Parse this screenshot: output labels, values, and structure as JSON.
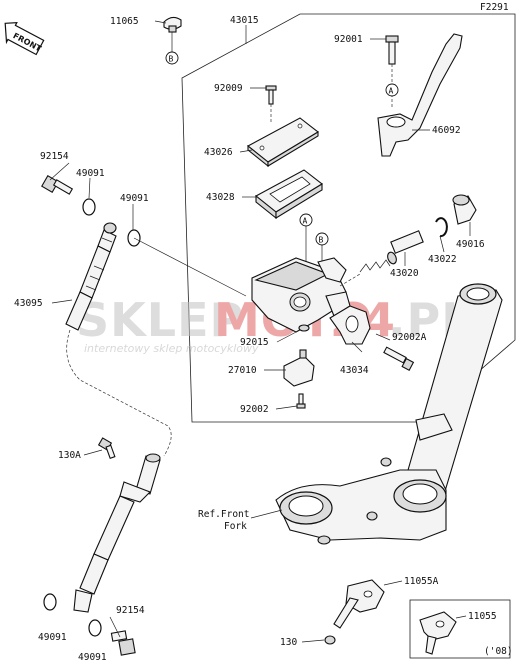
{
  "diagram_code": "F2291",
  "front_label": "FRONT",
  "callout_a": "A",
  "callout_b": "B",
  "variant_note": "('08)",
  "watermark": {
    "brand_part1": "SKLEP",
    "brand_part2": "MOTO",
    "brand_part3": "24",
    "brand_part4": ".PL",
    "tagline": "internetowy sklep motocyklowy"
  },
  "parts": [
    {
      "id": "p11065_top",
      "number": "11065"
    },
    {
      "id": "p43015",
      "number": "43015"
    },
    {
      "id": "p92001",
      "number": "92001"
    },
    {
      "id": "p92009",
      "number": "92009"
    },
    {
      "id": "p46092",
      "number": "46092"
    },
    {
      "id": "p43026",
      "number": "43026"
    },
    {
      "id": "p92154_top",
      "number": "92154"
    },
    {
      "id": "p49091_a",
      "number": "49091"
    },
    {
      "id": "p49091_b",
      "number": "49091"
    },
    {
      "id": "p43028",
      "number": "43028"
    },
    {
      "id": "p49016",
      "number": "49016"
    },
    {
      "id": "p43022",
      "number": "43022"
    },
    {
      "id": "p43020",
      "number": "43020"
    },
    {
      "id": "p43095",
      "number": "43095"
    },
    {
      "id": "p92002A",
      "number": "92002A"
    },
    {
      "id": "p92015",
      "number": "92015"
    },
    {
      "id": "p27010",
      "number": "27010"
    },
    {
      "id": "p43034",
      "number": "43034"
    },
    {
      "id": "p92002",
      "number": "92002"
    },
    {
      "id": "p130A",
      "number": "130A"
    },
    {
      "id": "p11055A",
      "number": "11055A"
    },
    {
      "id": "p11055",
      "number": "11055"
    },
    {
      "id": "p92154_bot",
      "number": "92154"
    },
    {
      "id": "p49091_c",
      "number": "49091"
    },
    {
      "id": "p49091_d",
      "number": "49091"
    },
    {
      "id": "p130",
      "number": "130"
    }
  ],
  "ref_front_fork": {
    "line1": "Ref.Front",
    "line2": "Fork"
  }
}
